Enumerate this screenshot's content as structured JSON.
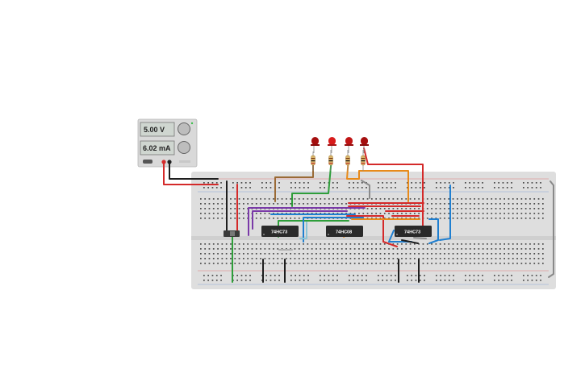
{
  "power_supply": {
    "voltage": "5.00 V",
    "current": "6.02 mA"
  },
  "chips": [
    {
      "label": "74HC73"
    },
    {
      "label": "74HC08"
    },
    {
      "label": "74HC73"
    }
  ],
  "leds": [
    {
      "color": "#a50f0f"
    },
    {
      "color": "#d81b1b"
    },
    {
      "color": "#c01515"
    },
    {
      "color": "#a50f0f"
    }
  ],
  "breadboard": {
    "color": "#dedede"
  },
  "wire_colors": {
    "power": "#d42a2a",
    "ground": "#1e1e1e",
    "signal_green": "#2e9e3a",
    "signal_orange": "#e88a1a",
    "signal_brown": "#9a6a35",
    "signal_blue": "#1f7fd0",
    "signal_purple": "#7a3aa8",
    "signal_gray": "#8a8a8a"
  }
}
